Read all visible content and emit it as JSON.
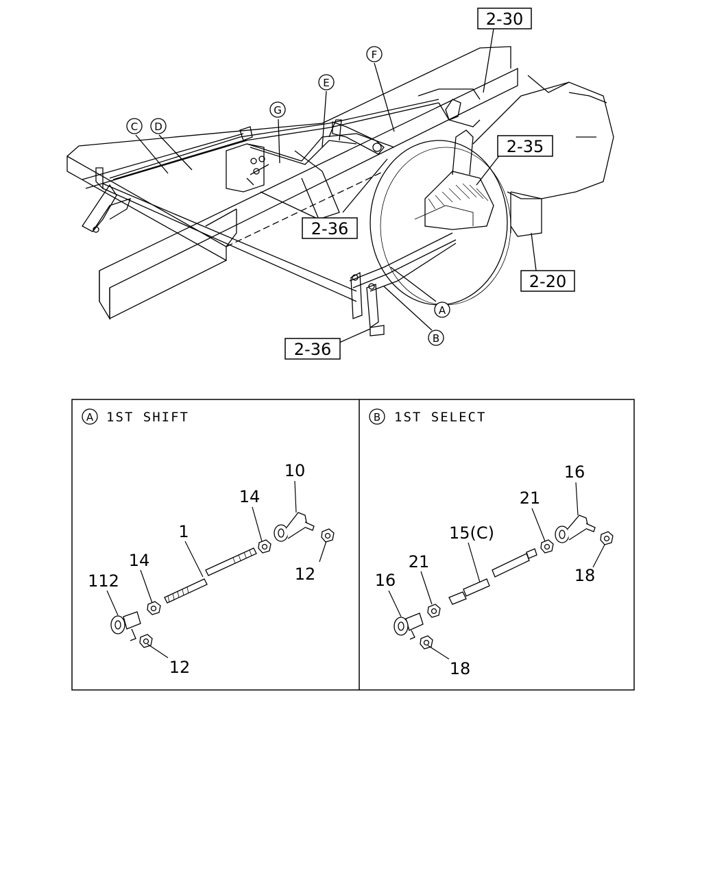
{
  "overview": {
    "refs": {
      "r_2_30": "2-30",
      "r_2_35": "2-35",
      "r_2_20": "2-20",
      "r_2_36_top": "2-36",
      "r_2_36_bottom": "2-36"
    },
    "callouts": {
      "A": "A",
      "B": "B",
      "C": "C",
      "D": "D",
      "E": "E",
      "F": "F",
      "G": "G"
    }
  },
  "detail_a": {
    "marker": "A",
    "title": "1ST SHIFT",
    "labels": {
      "l10": "10",
      "l14_top": "14",
      "l1": "1",
      "l12_right": "12",
      "l14_left": "14",
      "l112": "112",
      "l12_bottom": "12"
    }
  },
  "detail_b": {
    "marker": "B",
    "title": "1ST SELECT",
    "labels": {
      "l16_top": "16",
      "l21_top": "21",
      "l15": "15(C)",
      "l18_right": "18",
      "l21_left": "21",
      "l16_left": "16",
      "l18_bottom": "18"
    }
  }
}
